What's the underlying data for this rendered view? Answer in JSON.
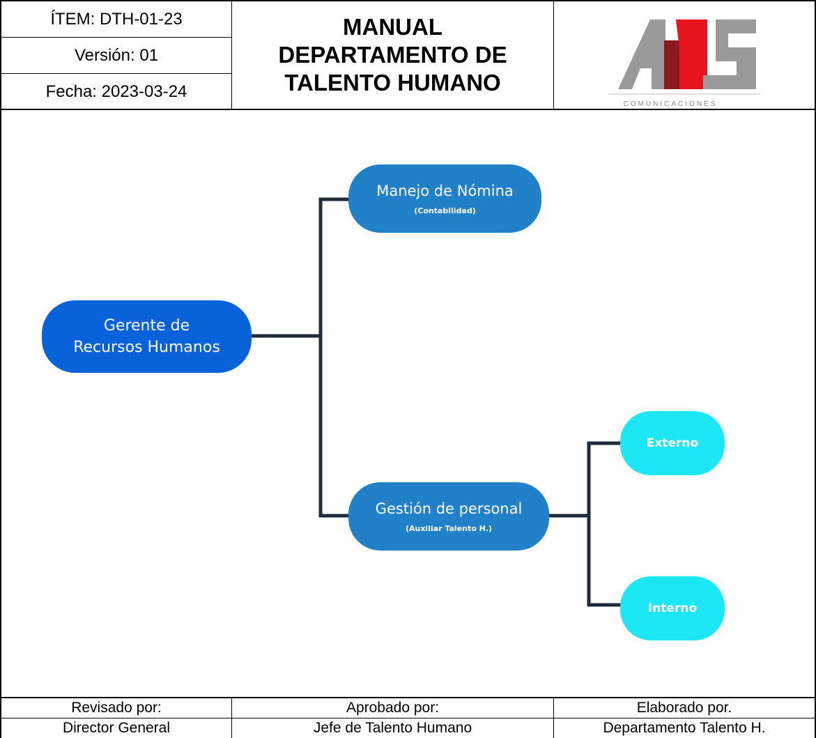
{
  "header": {
    "item": "ÍTEM: DTH-01-23",
    "version": "Versión: 01",
    "date": "Fecha: 2023-03-24",
    "title_line1": "MANUAL",
    "title_line2": "DEPARTAMENTO DE",
    "title_line3": "TALENTO HUMANO",
    "logo_tagline": "COMUNICACIONES",
    "logo_letters": "ANS",
    "logo_colors": {
      "gray": "#9a9a9a",
      "dark_red": "#8b1a1f",
      "red": "#e8151f"
    }
  },
  "diagram": {
    "root": {
      "line1": "Gerente de",
      "line2": "Recursos Humanos",
      "color": "#0863db"
    },
    "nomina": {
      "title": "Manejo de Nómina",
      "sub": "(Contabilidad)",
      "color": "#2080c8"
    },
    "gestion": {
      "title": "Gestión de personal",
      "sub": "(Auxiliar Talento H.)",
      "color": "#2080c8"
    },
    "externo": {
      "title": "Externo",
      "color": "#1be8f4"
    },
    "interno": {
      "title": "Interno",
      "color": "#1be8f4"
    },
    "connector_color": "#1e2b3a"
  },
  "footer": {
    "reviewed_label": "Revisado por:",
    "reviewed_value": "Director General",
    "approved_label": "Aprobado por:",
    "approved_value": "Jefe de Talento Humano",
    "prepared_label": "Elaborado por.",
    "prepared_value": "Departamento Talento H."
  }
}
